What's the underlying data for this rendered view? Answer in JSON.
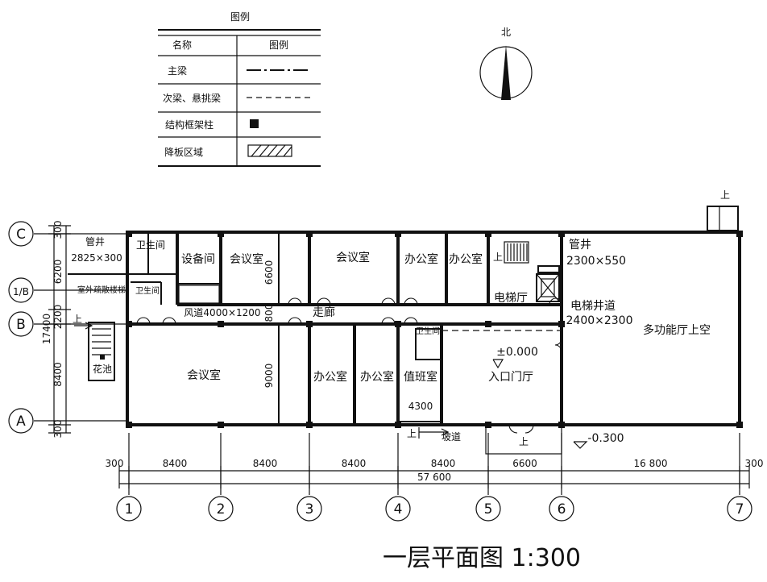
{
  "legend": {
    "title": "图例",
    "header_name": "名称",
    "header_symbol": "图例",
    "rows": [
      {
        "name": "主梁",
        "symbol": "dash-dot-line"
      },
      {
        "name": "次梁、悬挑梁",
        "symbol": "dashed-line"
      },
      {
        "name": "结构框架柱",
        "symbol": "solid-square"
      },
      {
        "name": "降板区域",
        "symbol": "hatched-rect"
      }
    ]
  },
  "north_label": "北",
  "drawing_title": "一层平面图 1:300",
  "rooms": {
    "toilet_upper": "卫生间",
    "toilet_lower": "卫生间",
    "pipe_shaft_left_label": "管井",
    "pipe_shaft_left_size": "2825×300",
    "evac_stair": "室外疏散楼梯",
    "flower_pond": "花池",
    "equipment_room": "设备间",
    "meeting_room_1": "会议室",
    "meeting_room_2": "会议室",
    "meeting_room_3": "会议室",
    "office_1": "办公室",
    "office_2": "办公室",
    "office_3": "办公室",
    "office_4": "办公室",
    "duty_room": "值班室",
    "small_toilet": "卫生间",
    "corridor": "走廊",
    "air_duct": "风道4000×1200",
    "elevator_hall": "电梯厅",
    "pipe_shaft_right_label": "管井",
    "pipe_shaft_right_size": "2300×550",
    "elevator_shaft_label": "电梯井道",
    "elevator_shaft_size": "2400×2300",
    "multi_hall_void": "多功能厅上空",
    "entrance_hall": "入口门厅",
    "ramp": "坡道",
    "level_zero": "±0.000",
    "level_outside": "-0.300",
    "up_left_stair": "上",
    "up_right_stair": "上",
    "up_hall_stair": "上",
    "up_ramp": "上",
    "up_entrance": "上",
    "dim_6600": "6600",
    "dim_800": "800",
    "dim_9000": "9000",
    "dim_4300": "4300"
  },
  "axes": {
    "columns": [
      "1",
      "2",
      "3",
      "4",
      "5",
      "6",
      "7"
    ],
    "rows": [
      "C",
      "1/B",
      "B",
      "A"
    ]
  },
  "dimensions": {
    "bottom_segments": [
      "300",
      "8400",
      "8400",
      "8400",
      "8400",
      "6600",
      "16 800",
      "300"
    ],
    "bottom_total": "57 600",
    "left_segments": [
      "300",
      "6200",
      "2200",
      "8400",
      "300"
    ],
    "left_total": "17400"
  }
}
